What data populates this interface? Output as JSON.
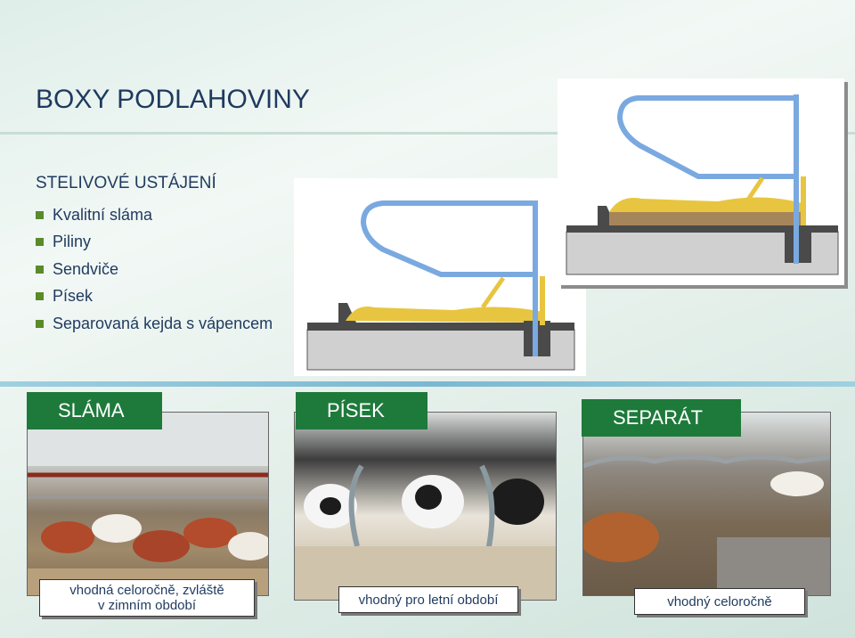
{
  "slide": {
    "title": "BOXY PODLAHOVINY",
    "section_heading": "STELIVOVÉ USTÁJENÍ",
    "bullets": [
      "Kvalitní sláma",
      "Piliny",
      "Sendviče",
      "Písek",
      "Separovaná kejda s vápencem"
    ]
  },
  "panels": [
    {
      "label": "SLÁMA",
      "caption_line1": "vhodná celoročně, zvláště",
      "caption_line2": "v zimním období"
    },
    {
      "label": "PÍSEK",
      "caption_line1": "vhodný pro letní období"
    },
    {
      "label": "SEPARÁT",
      "caption_line1": "vhodný celoročně"
    }
  ],
  "colors": {
    "title": "#1f3a5f",
    "label_bg": "#1e7a3b",
    "bullet": "#5a8a2a",
    "rail": "#7aa9e0",
    "bedding": "#e8c540"
  }
}
